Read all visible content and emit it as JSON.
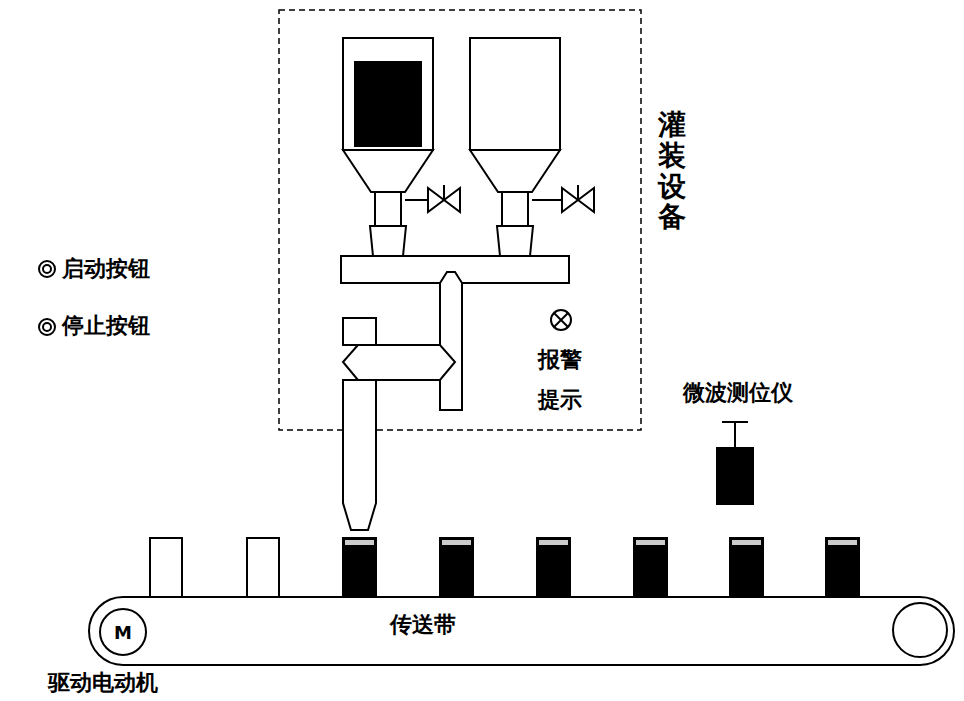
{
  "diagram": {
    "nodes": [
      {
        "text": [
          "传送带"
        ]
      },
      {
        "text": [
          "M"
        ],
        "in": 0
      }
    ],
    "labels": [
      "启动按钮",
      "停止按钮",
      "灌装设备",
      "报警提示",
      "微波测位仪",
      "驱动电动机"
    ]
  }
}
